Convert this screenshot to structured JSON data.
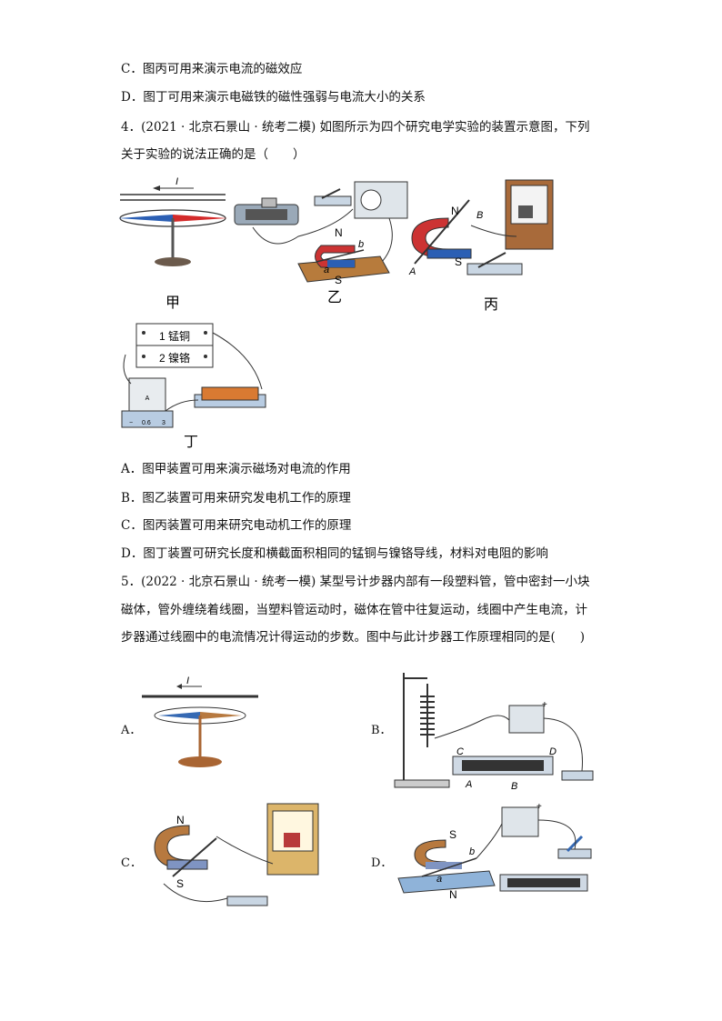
{
  "lines": {
    "l1": "C．图丙可用来演示电流的磁效应",
    "l2": "D．图丁可用来演示电磁铁的磁性强弱与电流大小的关系",
    "q4a": "4．(2021 · 北京石景山 · 统考二模) 如图所示为四个研究电学实验的装置示意图，下列",
    "q4b": "关于实验的说法正确的是（　　）",
    "q4A": "A．图甲装置可用来演示磁场对电流的作用",
    "q4B": "B．图乙装置可用来研究发电机工作的原理",
    "q4C": "C．图丙装置可用来研究电动机工作的原理",
    "q4D": "D．图丁装置可研究长度和横截面积相同的锰铜与镍铬导线，材料对电阻的影响",
    "q5a": "5．(2022 · 北京石景山 · 统考一模) 某型号计步器内部有一段塑料管，管中密封一小块",
    "q5b": "磁体，管外缠绕着线圈，当塑料管运动时，磁体在管中往复运动，线圈中产生电流，计",
    "q5c": "步器通过线圈中的电流情况计得运动的步数。图中与此计步器工作原理相同的是(　　)"
  },
  "fig4": {
    "captions": {
      "jia": "甲",
      "yi": "乙",
      "bing": "丙",
      "ding": "丁"
    },
    "labels": {
      "I": "I",
      "N": "N",
      "S": "S",
      "a": "a",
      "b": "b",
      "A": "A",
      "B": "B",
      "wire1": "1 锰铜",
      "wire2": "2 镍铬",
      "meter_neg": "−",
      "meter_06": "0.6",
      "meter_3": "3",
      "meter_A": "A"
    }
  },
  "fig5": {
    "options": {
      "A": "A．",
      "B": "B．",
      "C": "C．",
      "D": "D．"
    },
    "labels": {
      "I": "I",
      "C": "C",
      "D": "D",
      "A": "A",
      "B": "B",
      "N": "N",
      "S": "S",
      "a": "a",
      "b": "b",
      "plus": "+"
    }
  }
}
